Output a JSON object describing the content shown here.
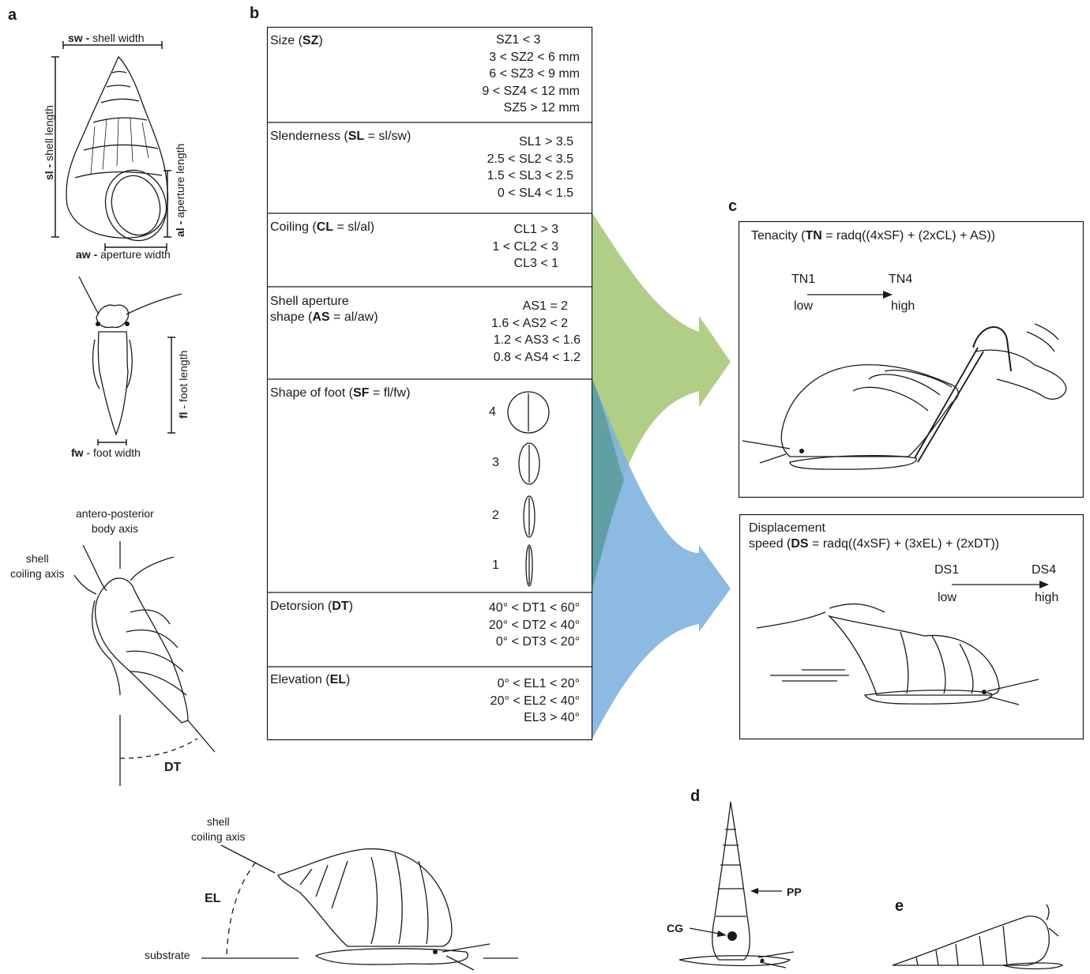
{
  "panels": {
    "a": "a",
    "b": "b",
    "c": "c",
    "d": "d",
    "e": "e"
  },
  "panel_a": {
    "sw_abbr": "sw -",
    "sw_label": "shell width",
    "sl_abbr": "sl -",
    "sl_label": "shell length",
    "al_abbr": "al -",
    "al_label": "aperture length",
    "aw_abbr": "aw -",
    "aw_label": "aperture width",
    "fl_abbr": "fl",
    "fl_label": "- foot length",
    "fw_abbr": "fw",
    "fw_label": "- foot width",
    "ap_axis_1": "antero-posterior",
    "ap_axis_2": "body axis",
    "coil_axis_1": "shell",
    "coil_axis_2": "coiling axis",
    "dt": "DT",
    "coil_axis_b1": "shell",
    "coil_axis_b2": "coiling axis",
    "el": "EL",
    "substrate": "substrate"
  },
  "table": {
    "rows": [
      {
        "pre": "Size  (",
        "abbr": "SZ",
        "post": ")",
        "values": [
          "SZ1 < 3",
          "3 < SZ2 < 6 mm",
          "6 < SZ3 < 9 mm",
          "9 < SZ4 < 12 mm",
          "SZ5 > 12 mm"
        ]
      },
      {
        "pre": "Slenderness (",
        "abbr": "SL",
        "post": " = sl/sw)",
        "values": [
          "SL1 > 3.5",
          "2.5 < SL2 < 3.5",
          "1.5 < SL3 < 2.5",
          "0 < SL4 < 1.5"
        ]
      },
      {
        "pre": "Coiling (",
        "abbr": "CL",
        "post": " = sl/al)",
        "values": [
          "CL1 > 3",
          "1 < CL2 < 3",
          "CL3 < 1"
        ]
      },
      {
        "pre_line1": "Shell aperture",
        "pre": "shape (",
        "abbr": "AS",
        "post": " = al/aw)",
        "values": [
          "AS1 = 2",
          "1.6 < AS2 < 2",
          "1.2 < AS3 < 1.6",
          "0.8 < AS4 < 1.2"
        ]
      },
      {
        "pre": "Shape of foot (",
        "abbr": "SF",
        "post": " = fl/fw)",
        "values": [
          "4",
          "3",
          "2",
          "1"
        ]
      },
      {
        "pre": "Detorsion (",
        "abbr": "DT",
        "post": ")",
        "values": [
          "40° < DT1 < 60°",
          "20° < DT2 < 40°",
          "0° < DT3 < 20°"
        ]
      },
      {
        "pre": "Elevation (",
        "abbr": "EL",
        "post": ")",
        "values": [
          "0° < EL1 < 20°",
          "20° < EL2 < 40°",
          "EL3 > 40°"
        ]
      }
    ]
  },
  "panel_c": {
    "tenacity": {
      "pre": "Tenacity (",
      "abbr": "TN",
      "post": " = radq((4xSF) + (2xCL) + AS))",
      "from": "TN1",
      "to": "TN4",
      "low": "low",
      "high": "high"
    },
    "speed": {
      "line1": "Displacement",
      "pre": "speed (",
      "abbr": "DS",
      "post": " = radq((4xSF) + (3xEL) + (2xDT))",
      "from": "DS1",
      "to": "DS4",
      "low": "low",
      "high": "high"
    }
  },
  "panel_d": {
    "pp": "PP",
    "cg": "CG"
  },
  "colors": {
    "green": "#a8c97a",
    "blue": "#7fb2e0",
    "overlap": "#5e9ea0",
    "line": "#1a1a1a"
  }
}
